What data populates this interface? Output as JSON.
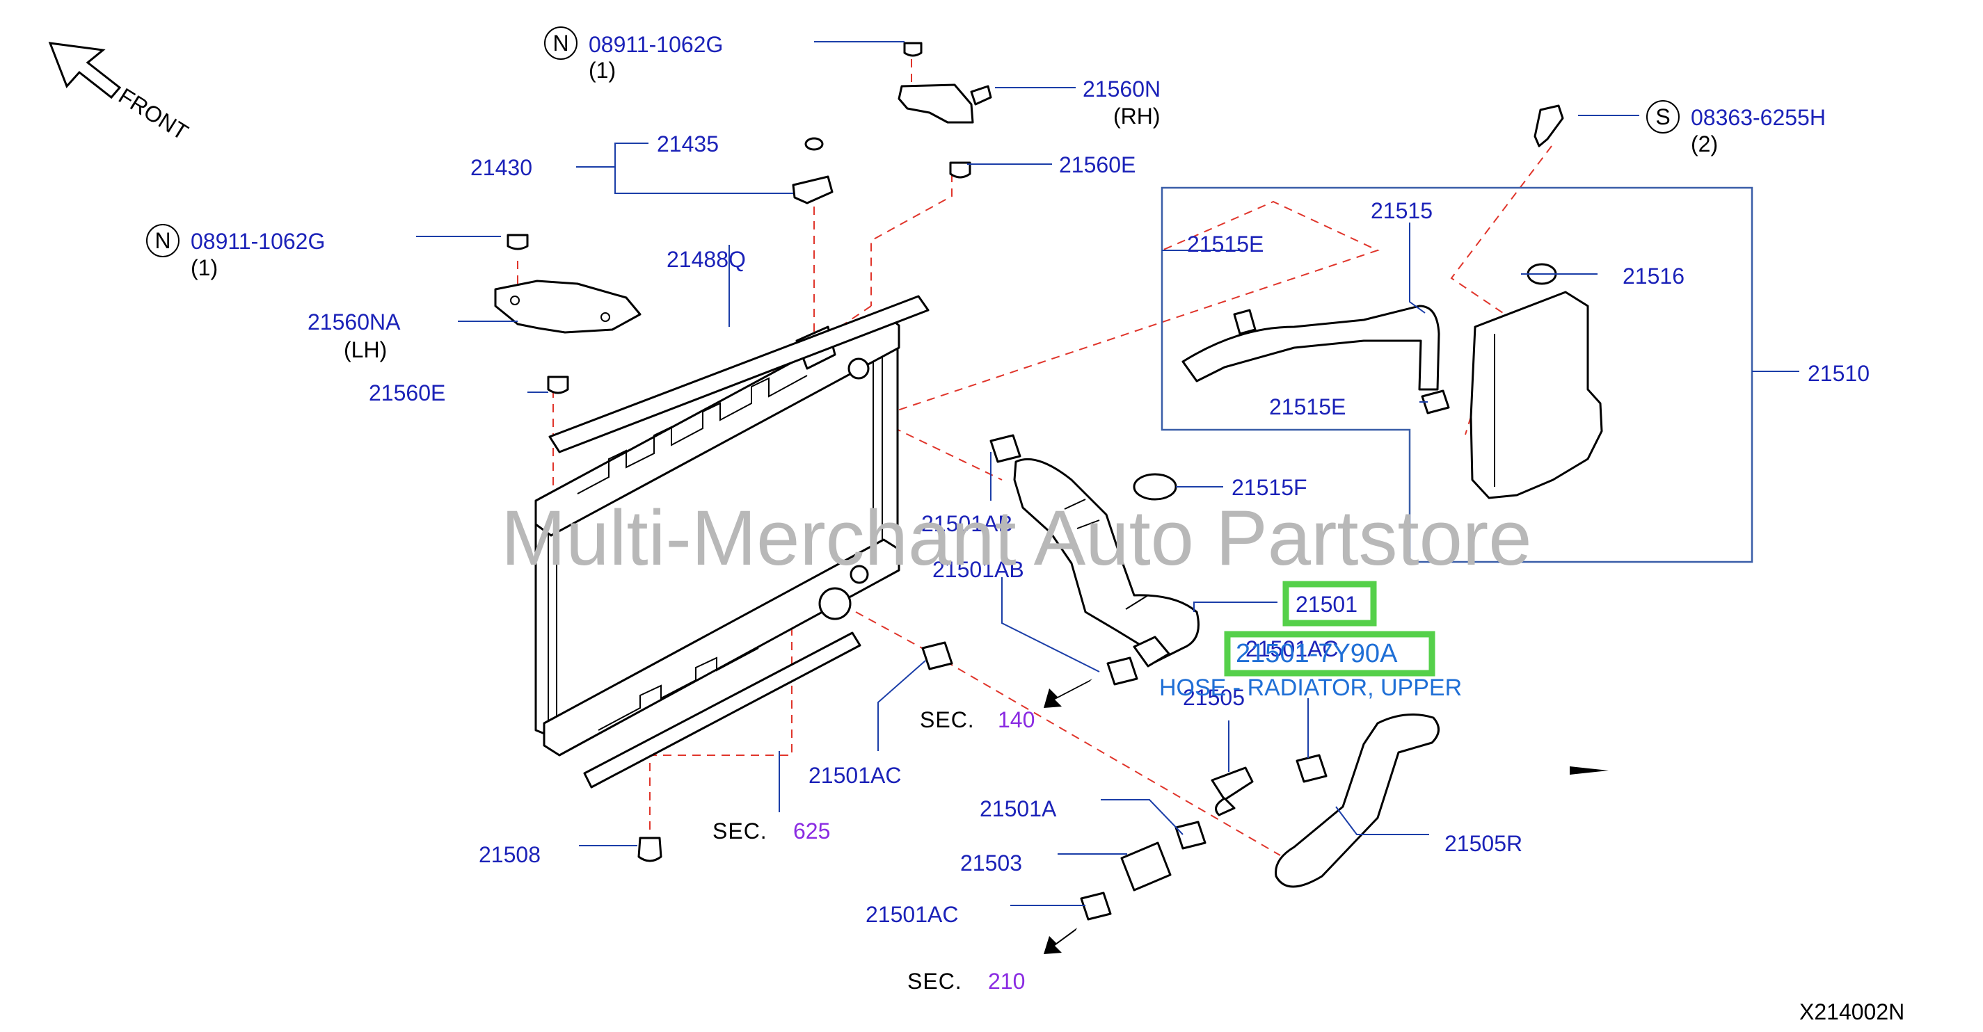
{
  "diagram": {
    "direction_label": "FRONT",
    "diagram_code": "X214002N",
    "watermark": "Multi-Merchant Auto Partstore",
    "highlight": {
      "part_number": "21501",
      "oem_number": "21501-7Y90A",
      "description": "HOSE - RADIATOR, UPPER"
    },
    "standard_parts": [
      {
        "symbol": "N",
        "number": "08911-1062G",
        "qty": "(1)"
      },
      {
        "symbol": "N",
        "number": "08911-1062G",
        "qty": "(1)"
      },
      {
        "symbol": "S",
        "number": "08363-6255H",
        "qty": "(2)"
      }
    ],
    "callouts": {
      "c21560N": "21560N",
      "rh": "(RH)",
      "c21560E_top": "21560E",
      "c21435": "21435",
      "c21430": "21430",
      "c21488Q": "21488Q",
      "c21560NA": "21560NA",
      "lh": "(LH)",
      "c21560E_left": "21560E",
      "c21515": "21515",
      "c21515E_top": "21515E",
      "c21515E_bot": "21515E",
      "c21516": "21516",
      "c21510": "21510",
      "c21515F": "21515F",
      "c21501AB_1": "21501AB",
      "c21501AB_2": "21501AB",
      "c21501AC_overlap": "21501AC",
      "c21505": "21505",
      "c21501AC_mid": "21501AC",
      "c21501A": "21501A",
      "c21503": "21503",
      "c21501AC_low": "21501AC",
      "c21505R": "21505R",
      "c21508": "21508"
    },
    "sections": [
      {
        "label": "SEC.",
        "number": "140"
      },
      {
        "label": "SEC.",
        "number": "625"
      },
      {
        "label": "SEC.",
        "number": "210"
      }
    ]
  }
}
